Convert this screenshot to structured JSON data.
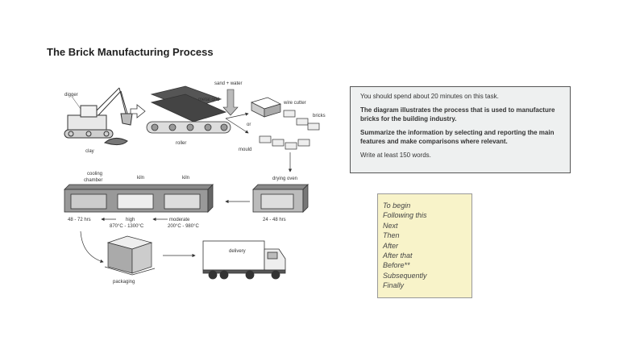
{
  "title": "The Brick Manufacturing Process",
  "diagram": {
    "labels": {
      "digger": "digger",
      "clay": "clay",
      "metal_grid": "metal grid",
      "roller": "roller",
      "sand_water": "sand + water",
      "or": "or",
      "wire_cutter": "wire cutter",
      "bricks": "bricks",
      "mould": "mould",
      "drying_oven": "drying oven",
      "drying_time": "24 - 48 hrs",
      "cooling_line1": "cooling",
      "cooling_line2": "chamber",
      "kiln_high": "kiln",
      "kiln_moderate": "kiln",
      "cooling_time": "48 - 72 hrs",
      "high": "high",
      "high_temp": "870°C - 1300°C",
      "moderate": "moderate",
      "moderate_temp": "200°C - 980°C",
      "packaging": "packaging",
      "delivery": "delivery"
    }
  },
  "task": {
    "line1": "You should spend about 20 minutes on this task.",
    "line2": "The diagram illustrates the process that is used to manufacture bricks for the building industry.",
    "line3": "Summarize the information by selecting and reporting the main features and make comparisons where relevant.",
    "line4": "Write at least 150 words."
  },
  "linking_words": [
    "To begin",
    "Following this",
    "Next",
    "Then",
    "After",
    "After that",
    "Before**",
    "Subsequently",
    "Finally"
  ]
}
